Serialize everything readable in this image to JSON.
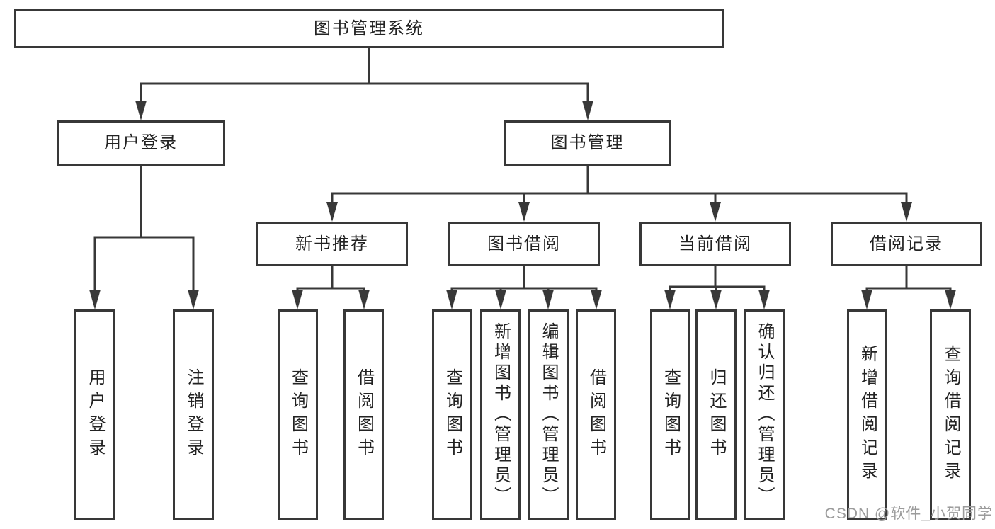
{
  "diagram": {
    "title": "图书管理系统",
    "nodes": {
      "root": "图书管理系统",
      "user_login": "用户登录",
      "book_mgmt": "图书管理",
      "new_book_rec": "新书推荐",
      "book_borrow": "图书借阅",
      "current_borrow": "当前借阅",
      "borrow_records": "借阅记录",
      "login": "用户登录",
      "logout": "注销登录",
      "rec_query_book": "查询图书",
      "rec_borrow_book": "借阅图书",
      "bb_query_book": "查询图书",
      "bb_add_book": "新增图书（管理员）",
      "bb_edit_book": "编辑图书（管理员）",
      "bb_borrow_book": "借阅图书",
      "cur_query_book": "查询图书",
      "cur_return_book": "归还图书",
      "cur_confirm_return": "确认归还（管理员）",
      "rd_add_record": "新增借阅记录",
      "rd_query_record": "查询借阅记录"
    },
    "edges": [
      [
        "root",
        "user_login"
      ],
      [
        "root",
        "book_mgmt"
      ],
      [
        "user_login",
        "login"
      ],
      [
        "user_login",
        "logout"
      ],
      [
        "book_mgmt",
        "new_book_rec"
      ],
      [
        "book_mgmt",
        "book_borrow"
      ],
      [
        "book_mgmt",
        "current_borrow"
      ],
      [
        "book_mgmt",
        "borrow_records"
      ],
      [
        "new_book_rec",
        "rec_query_book"
      ],
      [
        "new_book_rec",
        "rec_borrow_book"
      ],
      [
        "book_borrow",
        "bb_query_book"
      ],
      [
        "book_borrow",
        "bb_add_book"
      ],
      [
        "book_borrow",
        "bb_edit_book"
      ],
      [
        "book_borrow",
        "bb_borrow_book"
      ],
      [
        "current_borrow",
        "cur_query_book"
      ],
      [
        "current_borrow",
        "cur_return_book"
      ],
      [
        "current_borrow",
        "cur_confirm_return"
      ],
      [
        "borrow_records",
        "rd_add_record"
      ],
      [
        "borrow_records",
        "rd_query_record"
      ]
    ],
    "colors": {
      "line": "#383838",
      "text": "#222222",
      "background": "#ffffff",
      "watermark": "#9b9b9b"
    }
  },
  "watermark": "CSDN @软件_小贺同学"
}
